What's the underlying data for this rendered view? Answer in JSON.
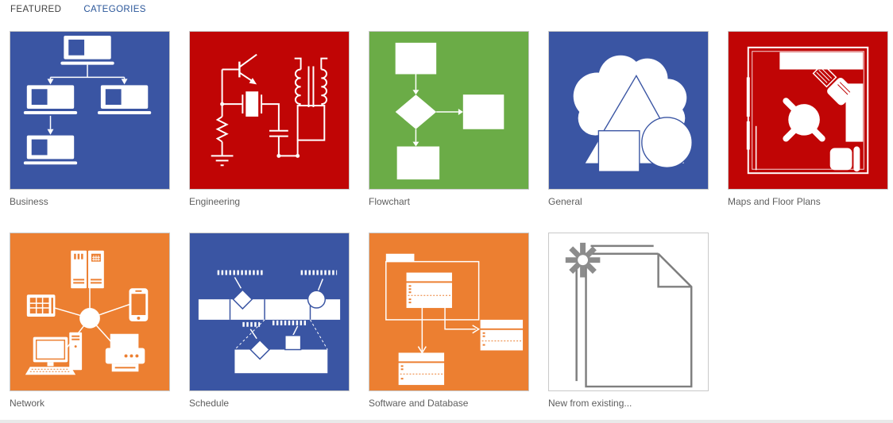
{
  "tabs": [
    {
      "label": "FEATURED",
      "active": false
    },
    {
      "label": "CATEGORIES",
      "active": true
    }
  ],
  "colors": {
    "blue": "#3A55A3",
    "red": "#C00505",
    "green": "#6BAC47",
    "orange": "#EC7F31",
    "white_tile": "#FFFFFF",
    "tile_border": "#C9C9C9",
    "label_text": "#5E5E5E",
    "tab_inactive": "#3F3F3F",
    "tab_active": "#2B579A",
    "new_icon_gray": "#7F7F7F",
    "bottom_edge": "#E9E9E9"
  },
  "tiles": [
    {
      "label": "Business",
      "color": "blue",
      "icon": "business-orgchart-icon"
    },
    {
      "label": "Engineering",
      "color": "red",
      "icon": "circuit-icon"
    },
    {
      "label": "Flowchart",
      "color": "green",
      "icon": "flowchart-icon"
    },
    {
      "label": "General",
      "color": "blue",
      "icon": "basic-shapes-icon"
    },
    {
      "label": "Maps and Floor Plans",
      "color": "red",
      "icon": "floor-plan-icon"
    },
    {
      "label": "Network",
      "color": "orange",
      "icon": "network-star-icon"
    },
    {
      "label": "Schedule",
      "color": "blue",
      "icon": "timeline-icon"
    },
    {
      "label": "Software and Database",
      "color": "orange",
      "icon": "uml-diagram-icon"
    },
    {
      "label": "New from existing...",
      "color": "white_tile",
      "icon": "new-document-icon"
    }
  ]
}
